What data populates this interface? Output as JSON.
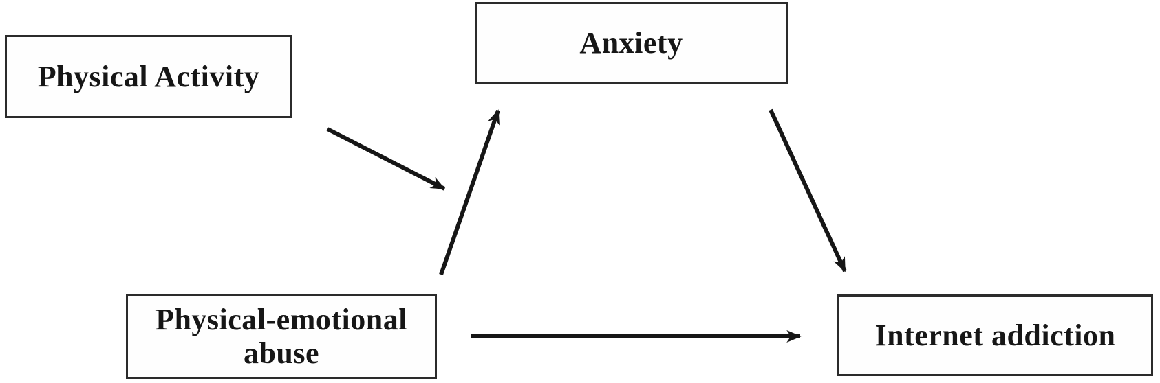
{
  "diagram": {
    "kind": "path-model",
    "background_color": "#ffffff",
    "line_color": "#161616",
    "box_border_color": "#2b2b2b",
    "nodes": {
      "physical_activity": {
        "label": "Physical Activity"
      },
      "anxiety": {
        "label": "Anxiety"
      },
      "physical_emotional_abuse": {
        "label": "Physical-emotional abuse"
      },
      "internet_addiction": {
        "label": "Internet addiction"
      }
    },
    "edges": [
      {
        "from": "physical_activity",
        "points_at": "path_abuse_to_anxiety",
        "directed": true
      },
      {
        "from": "physical_emotional_abuse",
        "to": "anxiety",
        "directed": true
      },
      {
        "from": "anxiety",
        "to": "internet_addiction",
        "directed": true
      },
      {
        "from": "physical_emotional_abuse",
        "to": "internet_addiction",
        "directed": true
      }
    ]
  }
}
